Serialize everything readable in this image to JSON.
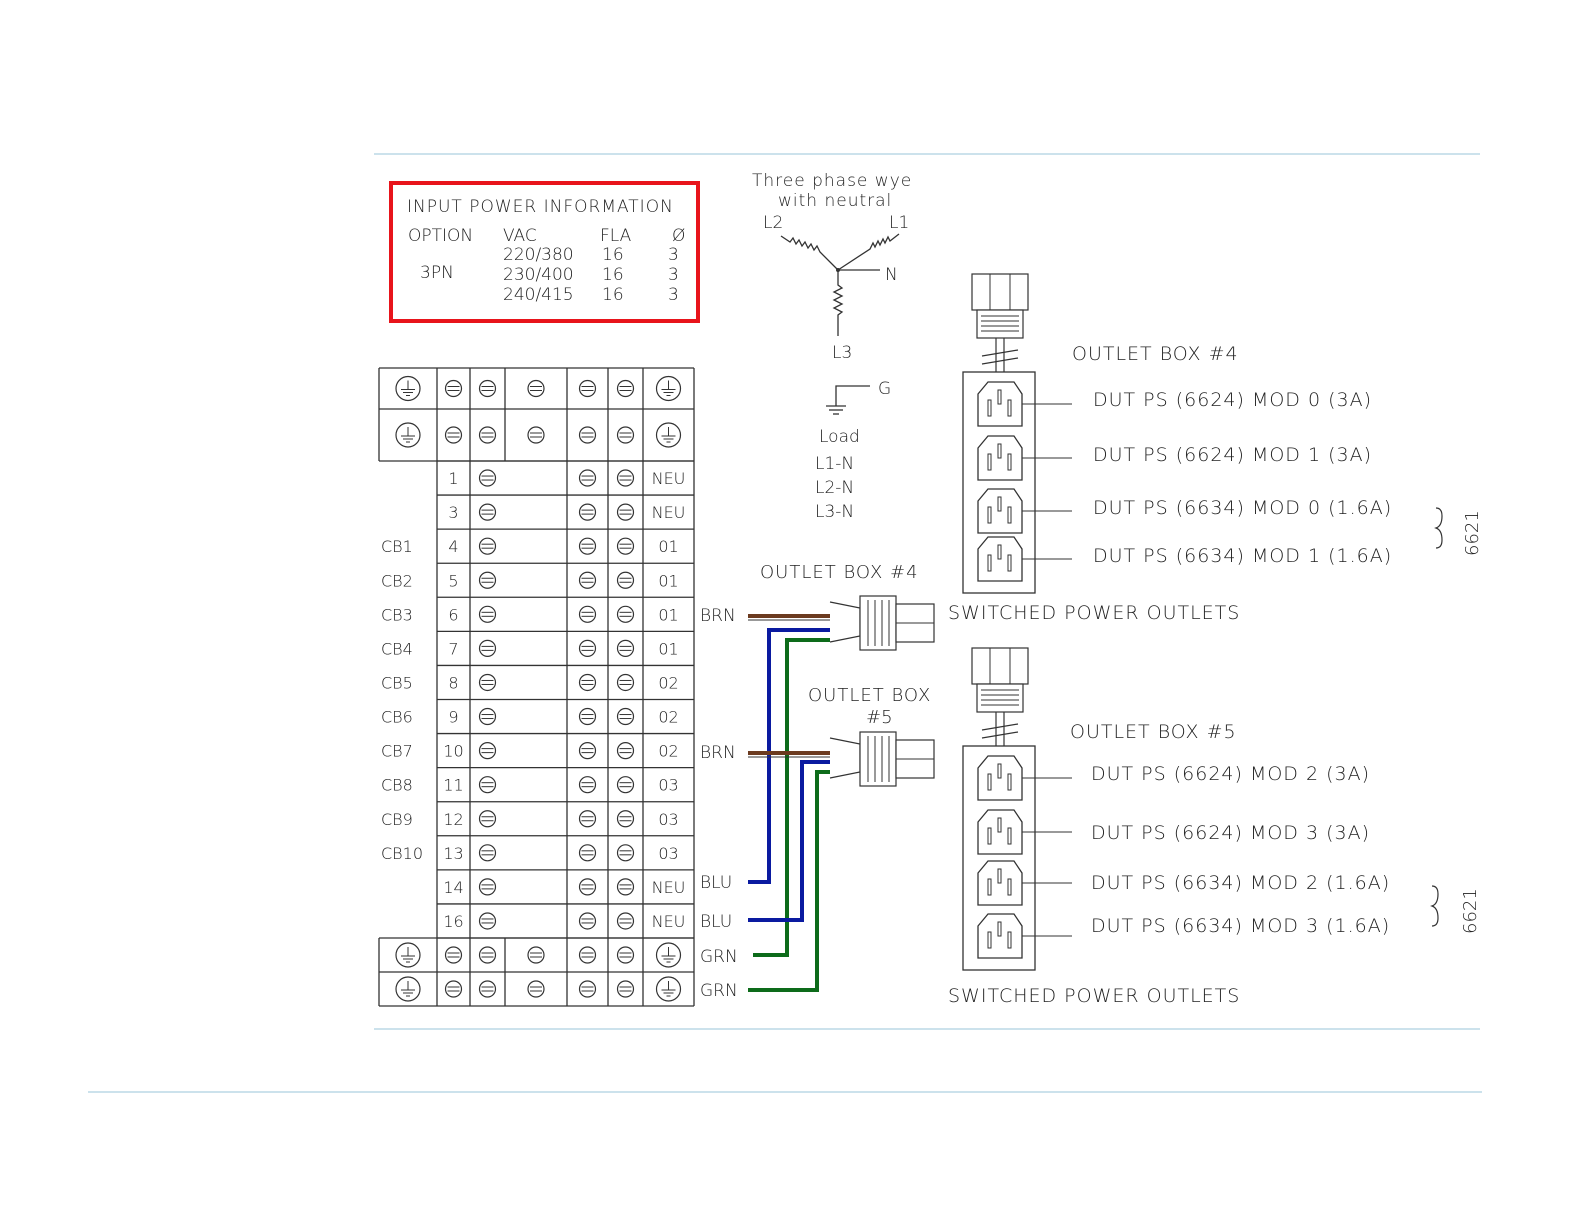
{
  "colors": {
    "rule": "#bcd8e6",
    "highlight": "#e8141b",
    "brown": "#6b3a1f",
    "blue": "#0a1aa0",
    "green": "#0d6b1a",
    "ink": "#333333"
  },
  "input_power": {
    "title": "INPUT POWER INFORMATION",
    "headers": {
      "option": "OPTION",
      "vac": "VAC",
      "fla": "FLA",
      "phase": "Ø"
    },
    "option": "3PN",
    "rows": [
      {
        "vac": "220/380",
        "fla": "16",
        "phase": "3"
      },
      {
        "vac": "230/400",
        "fla": "16",
        "phase": "3"
      },
      {
        "vac": "240/415",
        "fla": "16",
        "phase": "3"
      }
    ]
  },
  "wye": {
    "title_line1": "Three phase wye",
    "title_line2": "with neutral",
    "l1": "L1",
    "l2": "L2",
    "l3": "L3",
    "n": "N",
    "g": "G",
    "load_title": "Load",
    "loads": [
      "L1-N",
      "L2-N",
      "L3-N"
    ]
  },
  "terminal_rows": [
    {
      "cb": "",
      "num": "1",
      "phase": "NEU"
    },
    {
      "cb": "",
      "num": "3",
      "phase": "NEU"
    },
    {
      "cb": "CB1",
      "num": "4",
      "phase": "01"
    },
    {
      "cb": "CB2",
      "num": "5",
      "phase": "01"
    },
    {
      "cb": "CB3",
      "num": "6",
      "phase": "01"
    },
    {
      "cb": "CB4",
      "num": "7",
      "phase": "01"
    },
    {
      "cb": "CB5",
      "num": "8",
      "phase": "02"
    },
    {
      "cb": "CB6",
      "num": "9",
      "phase": "02"
    },
    {
      "cb": "CB7",
      "num": "10",
      "phase": "02"
    },
    {
      "cb": "CB8",
      "num": "11",
      "phase": "03"
    },
    {
      "cb": "CB9",
      "num": "12",
      "phase": "03"
    },
    {
      "cb": "CB10",
      "num": "13",
      "phase": "03"
    },
    {
      "cb": "",
      "num": "14",
      "phase": "NEU"
    },
    {
      "cb": "",
      "num": "16",
      "phase": "NEU"
    }
  ],
  "wire_labels": {
    "brn1": "BRN",
    "brn2": "BRN",
    "blu1": "BLU",
    "blu2": "BLU",
    "grn1": "GRN",
    "grn2": "GRN"
  },
  "connectors": {
    "box4": "OUTLET BOX #4",
    "box5_line1": "OUTLET BOX",
    "box5_line2": "#5"
  },
  "outlet_box_4": {
    "title": "OUTLET BOX #4",
    "footer": "SWITCHED POWER OUTLETS",
    "brace_label": "6621",
    "outlets": [
      "DUT PS (6624) MOD 0 (3A)",
      "DUT PS (6624) MOD 1 (3A)",
      "DUT PS (6634) MOD 0 (1.6A)",
      "DUT PS  (6634) MOD 1 (1.6A)"
    ]
  },
  "outlet_box_5": {
    "title": "OUTLET BOX #5",
    "footer": "SWITCHED POWER OUTLETS",
    "brace_label": "6621",
    "outlets": [
      "DUT PS (6624) MOD 2 (3A)",
      "DUT PS (6624) MOD 3 (3A)",
      "DUT PS (6634) MOD 2 (1.6A)",
      "DUT PS (6634) MOD 3 (1.6A)"
    ]
  }
}
